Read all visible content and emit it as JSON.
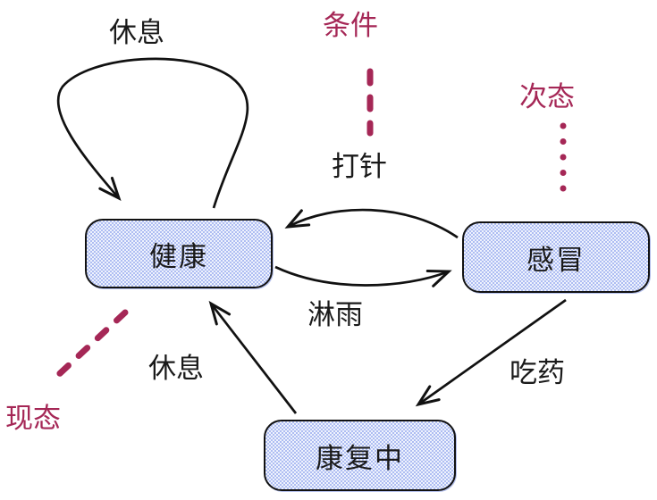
{
  "diagram": {
    "type": "state-transition-diagram",
    "states": [
      {
        "id": "healthy",
        "label": "健康"
      },
      {
        "id": "cold",
        "label": "感冒"
      },
      {
        "id": "recovering",
        "label": "康复中"
      }
    ],
    "transitions": [
      {
        "from": "healthy",
        "to": "healthy",
        "label": "休息",
        "shape": "self-loop-top-left"
      },
      {
        "from": "cold",
        "to": "healthy",
        "label": "打针",
        "shape": "curve-upper"
      },
      {
        "from": "healthy",
        "to": "cold",
        "label": "淋雨",
        "shape": "curve-lower"
      },
      {
        "from": "cold",
        "to": "recovering",
        "label": "吃药",
        "shape": "straight-diagonal"
      },
      {
        "from": "recovering",
        "to": "healthy",
        "label": "休息",
        "shape": "straight-diagonal"
      }
    ],
    "annotations": [
      {
        "label": "条件",
        "points_to": "transition-label-inject",
        "leader_style": "dashed-vertical"
      },
      {
        "label": "次态",
        "points_to": "state-cold",
        "leader_style": "dotted-vertical"
      },
      {
        "label": "现态",
        "points_to": "state-healthy",
        "leader_style": "dashed-diagonal"
      }
    ],
    "colors": {
      "annotation": "#a52756",
      "state_fill": "#aebdf2",
      "state_fill_alt": "#eef2fd",
      "state_border": "#121212",
      "arrow": "#111111",
      "background": "#ffffff"
    }
  }
}
